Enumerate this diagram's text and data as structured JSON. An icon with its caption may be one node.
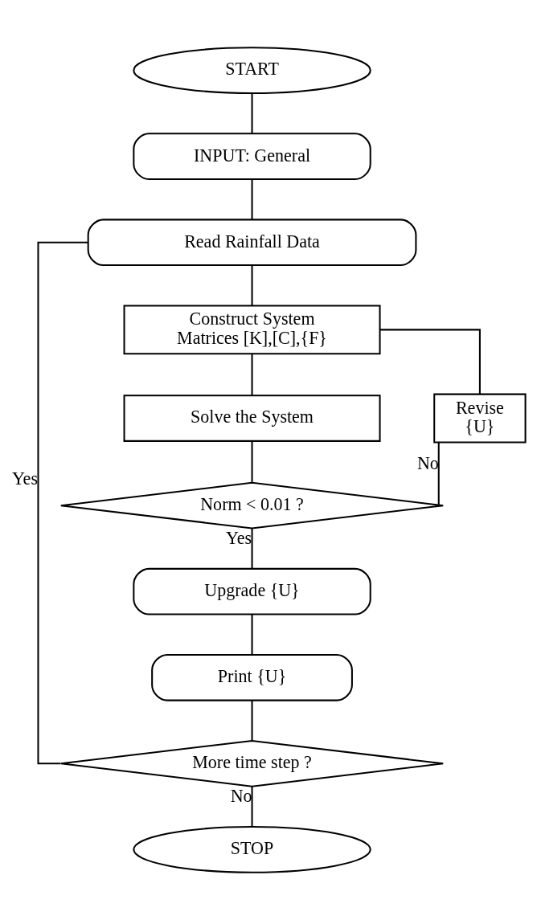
{
  "diagram": {
    "nodes": [
      {
        "text": [
          "START"
        ]
      },
      {
        "text": [
          "INPUT: General"
        ]
      },
      {
        "text": [
          "Read Rainfall Data"
        ]
      },
      {
        "text": [
          "Construct System Matrices [K],[C],{F}"
        ]
      },
      {
        "text": [
          "Solve the System"
        ]
      },
      {
        "text": [
          "Norm < 0.01 ?"
        ]
      },
      {
        "text": [
          "Upgrade {U}"
        ]
      },
      {
        "text": [
          "Print {U}"
        ]
      },
      {
        "text": [
          "More time step ?"
        ]
      },
      {
        "text": [
          "STOP"
        ]
      },
      {
        "text": [
          "Revise {U}"
        ]
      }
    ],
    "edges": [
      {
        "from": 0,
        "to": 1,
        "arrow": "none"
      },
      {
        "from": 1,
        "to": 2,
        "arrow": "none"
      },
      {
        "from": 2,
        "to": 3,
        "arrow": "none"
      },
      {
        "from": 3,
        "to": 4,
        "arrow": "none"
      },
      {
        "from": 4,
        "to": 5,
        "arrow": "none"
      },
      {
        "from": 5,
        "to": 6,
        "label": "Yes",
        "arrow": "none"
      },
      {
        "from": 6,
        "to": 7,
        "arrow": "none"
      },
      {
        "from": 7,
        "to": 8,
        "arrow": "none"
      },
      {
        "from": 8,
        "to": 9,
        "label": "No",
        "arrow": "none"
      },
      {
        "from": 5,
        "to": 10,
        "label": "No",
        "arrow": "none"
      },
      {
        "from": 10,
        "to": 3,
        "arrow": "none"
      },
      {
        "from": 8,
        "to": 2,
        "label": "Yes",
        "arrow": "none"
      }
    ]
  }
}
